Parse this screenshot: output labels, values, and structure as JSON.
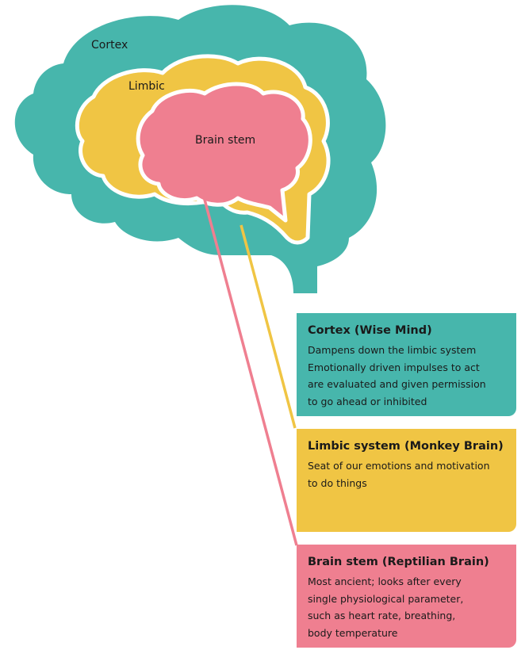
{
  "diagram": {
    "labels": {
      "cortex": "Cortex",
      "limbic": "Limbic",
      "brain_stem": "Brain stem"
    },
    "colors": {
      "cortex": "#47b6ac",
      "limbic": "#f0c544",
      "brain_stem": "#ef7f90",
      "outline": "#ffffff"
    }
  },
  "cards": {
    "cortex": {
      "title": "Cortex (Wise Mind)",
      "lines": [
        "Dampens down the limbic system",
        "Emotionally driven impulses to act",
        "are evaluated and given permission",
        "to go ahead or inhibited"
      ]
    },
    "limbic": {
      "title": "Limbic system (Monkey Brain)",
      "lines": [
        "Seat of our emotions and motivation",
        "to do things"
      ]
    },
    "brain_stem": {
      "title": "Brain stem (Reptilian Brain)",
      "lines": [
        "Most ancient; looks after every",
        "single physiological parameter,",
        "such as heart rate, breathing,",
        "body temperature"
      ]
    }
  }
}
